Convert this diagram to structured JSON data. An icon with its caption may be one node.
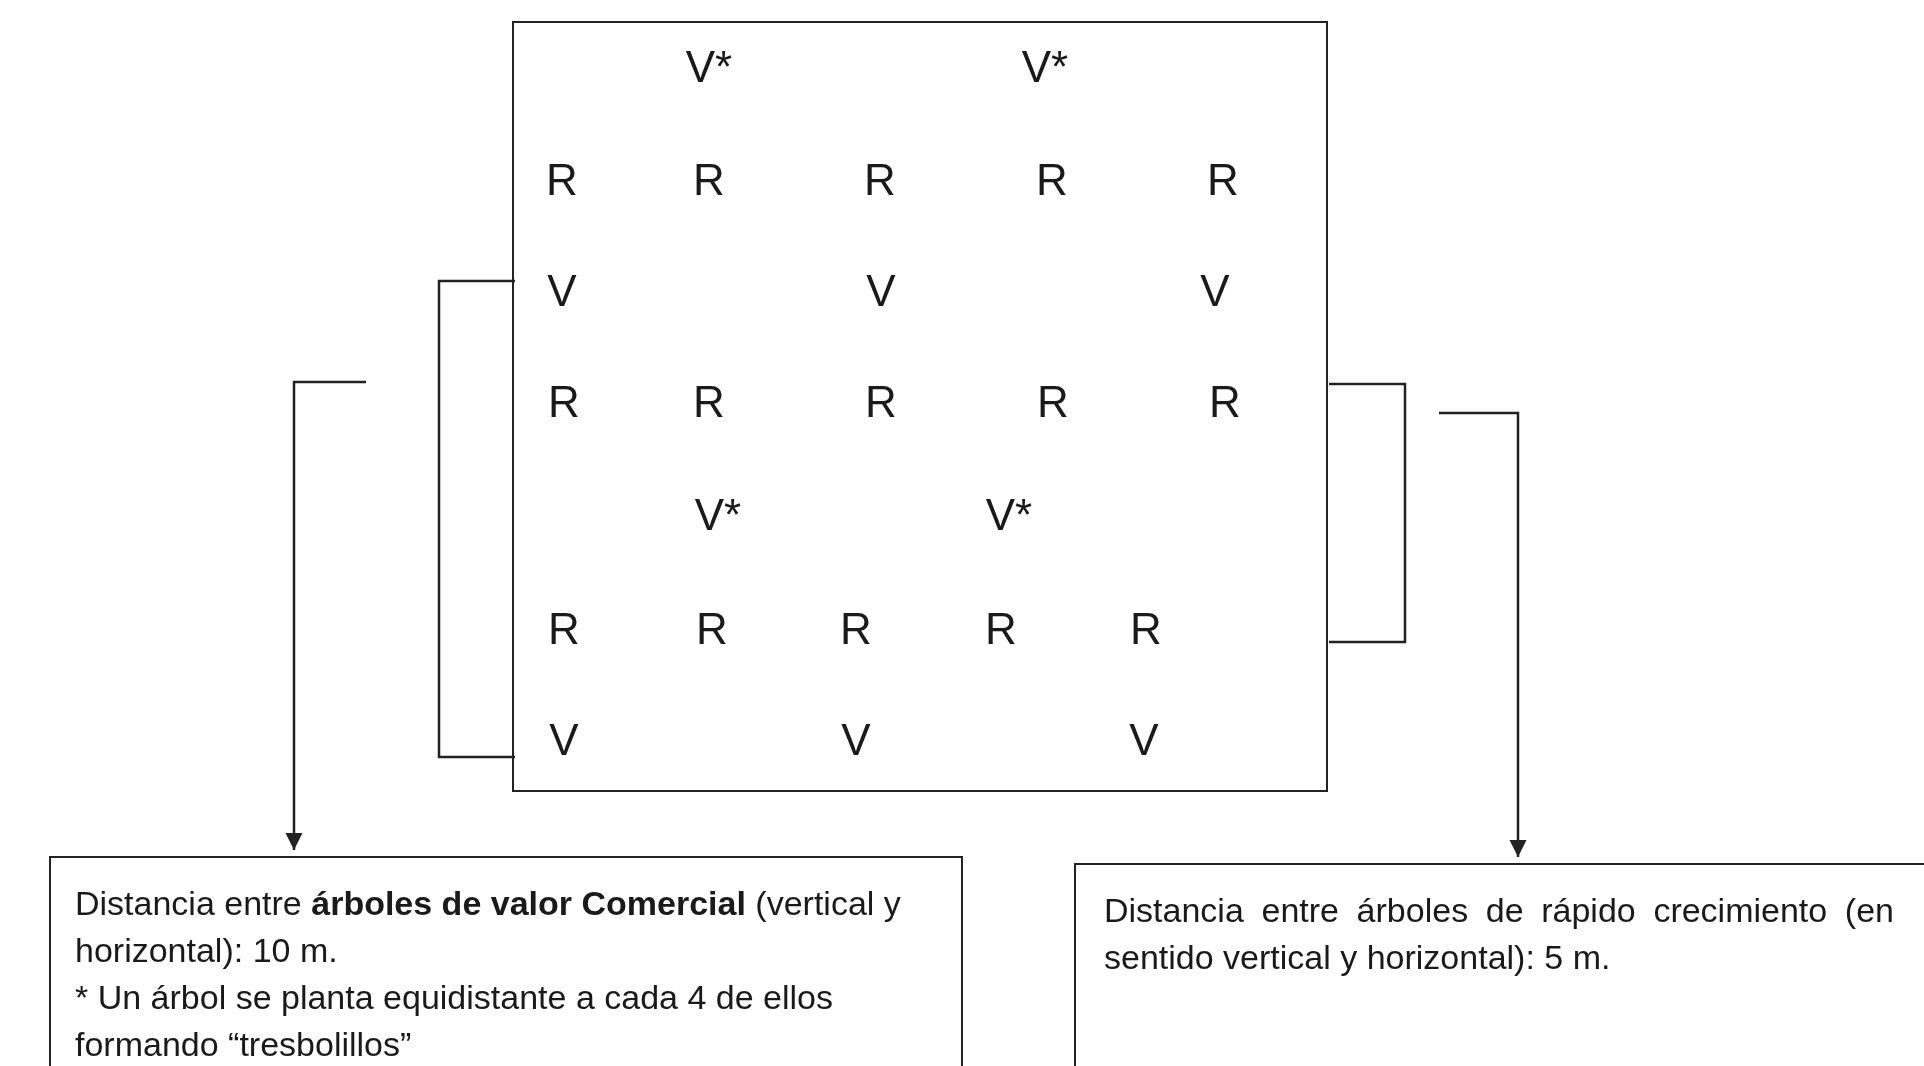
{
  "diagram": {
    "nodes": [
      {
        "text": [],
        "shape": "box"
      },
      {
        "text": [
          "Distancia entre **árboles de valor Comercial** (vertical y horizontal): 10 m.",
          "* Un árbol se planta equidistante a cada 4 de ellos formando “tresbolillos”"
        ]
      },
      {
        "text": [
          "Distancia entre árboles de rápido crecimiento (en sentido vertical y horizontal): 5 m."
        ]
      }
    ],
    "edges": [
      {
        "from": null,
        "to": 1,
        "arrow": "to"
      },
      {
        "from": null,
        "to": 2,
        "arrow": "to"
      }
    ],
    "labels": [
      "V*",
      "V*",
      "R",
      "R",
      "R",
      "R",
      "R",
      "V",
      "V",
      "V",
      "R",
      "R",
      "R",
      "R",
      "R",
      "V*",
      "V*",
      "R",
      "R",
      "R",
      "R",
      "R",
      "V",
      "V",
      "V"
    ]
  }
}
